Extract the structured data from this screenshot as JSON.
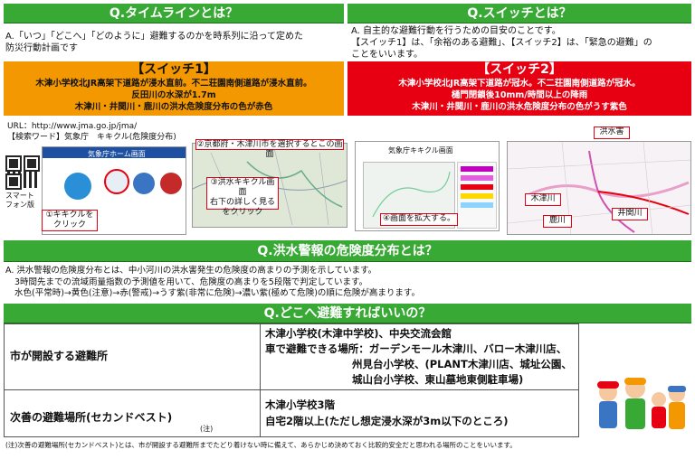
{
  "timeline": {
    "title": "Q.タイムラインとは？",
    "answer_line1": "A.「いつ」「どこへ」「どのように」避難するのかを時系列に沿って定めた",
    "answer_line2": "防災行動計画です"
  },
  "switch_def": {
    "title": "Q.スイッチとは？",
    "answer_line1": "A. 自主的な避難行動を行うための目安のことです。",
    "answer_line2": "【スイッチ1】は、「余裕のある避難」、【スイッチ2】は、「緊急の避難」の",
    "answer_line3": "ことをいいます。"
  },
  "switch1": {
    "title": "【スイッチ1】",
    "line1": "木津小学校北JR高架下道路が浸水直前。不二荘園南側道路が浸水直前。",
    "line2": "反田川の水深が1.7m",
    "line3": "木津川・井関川・鹿川の洪水危険度分布の色が赤色"
  },
  "switch2": {
    "title": "【スイッチ2】",
    "line1": "木津小学校北JR高架下道路が冠水。不二荘園南側道路が冠水。",
    "line2": "樋門閉鎖後10mm/時間以上の降雨",
    "line3": "木津川・井関川・鹿川の洪水危険度分布の色がうす紫色"
  },
  "jma": {
    "url": "URL：http://www.jma.go.jp/jma/",
    "keyword": "【検索ワード】気象庁　キキクル(危険度分布)",
    "smartphone": "スマート\nフォン版",
    "home_label": "気象庁ホーム画面",
    "step1": "①キキクルを\nクリック",
    "step2": "②京都府・木津川市を選択するとこの画面",
    "step3": "③洪水キキクル画面\n右下の詳しく見る\nをクリック",
    "kikikuru_label": "気象庁キキクル画面",
    "step4": "④画面を拡大する。"
  },
  "map_labels": {
    "kozui": "洪水害",
    "kizugawa": "木津川",
    "izekigawa": "井関川",
    "shikagawa": "鹿川"
  },
  "flood_risk": {
    "title": "Q.洪水警報の危険度分布とは？",
    "line1": "A. 洪水警報の危険度分布とは、中小河川の洪水害発生の危険度の高まりの予測を示しています。",
    "line2": "3時間先までの流域雨量指数の予測値を用いて、危険度の高まりを5段階で判定しています。",
    "line3": "水色(平常時)→黄色(注意)→赤(警戒)→うす紫(非常に危険)→濃い紫(極めて危険)の順に危険が高まります。"
  },
  "evacuation": {
    "title": "Q.どこへ避難すればいいの？",
    "row1_label": "市が開設する避難所",
    "row1_line1": "木津小学校(木津中学校)、中央交流会館",
    "row1_line2": "車で避難できる場所：ガーデンモール木津川、バロー木津川店、",
    "row1_line3": "州見台小学校、(PLANT木津川店、城址公園、",
    "row1_line4": "城山台小学校、東山墓地東側駐車場)",
    "row2_label": "次善の避難場所(セカンドベスト)",
    "row2_note_mark": "(注)",
    "row2_line1": "木津小学校3階",
    "row2_line2": "自宅2階以上(ただし想定浸水深が3m以下のところ)"
  },
  "footnote": "(注)次善の避難場所(セカンドベスト)とは、市が開設する避難所までたどり着けない時に備えて、あらかじめ決めておく比較的安全だと思われる場所のことをいいます。",
  "colors": {
    "green": "#39a935",
    "orange": "#f39800",
    "red": "#e60012"
  }
}
